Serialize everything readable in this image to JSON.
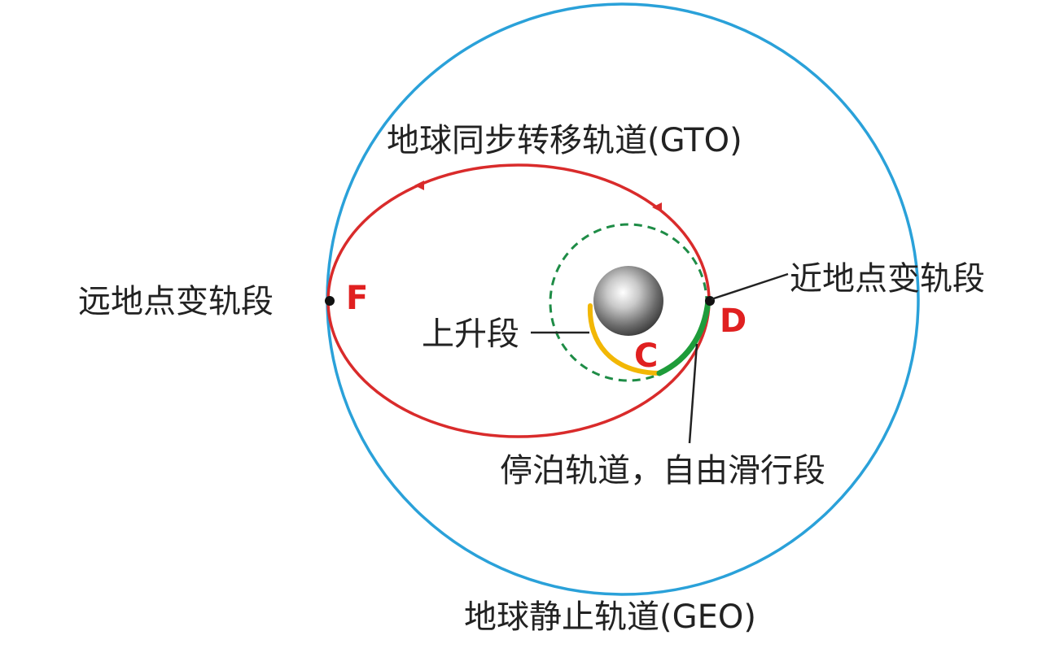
{
  "labels": {
    "gto": "地球同步转移轨道(GTO)",
    "geo": "地球静止轨道(GEO)",
    "apogee_burn": "远地点变轨段",
    "perigee_burn": "近地点变轨段",
    "ascent": "上升段",
    "parking": "停泊轨道，自由滑行段"
  },
  "points": {
    "f": "F",
    "d": "D",
    "c": "C"
  },
  "colors": {
    "geo_orbit": "#2aa1d9",
    "gto_orbit": "#d92b2b",
    "parking_orbit": "#1e8c46",
    "ascent_arc": "#f2b705",
    "coast_arc": "#1e9c3a",
    "point_label": "#e02020",
    "leader": "#222222",
    "dot": "#111111"
  }
}
